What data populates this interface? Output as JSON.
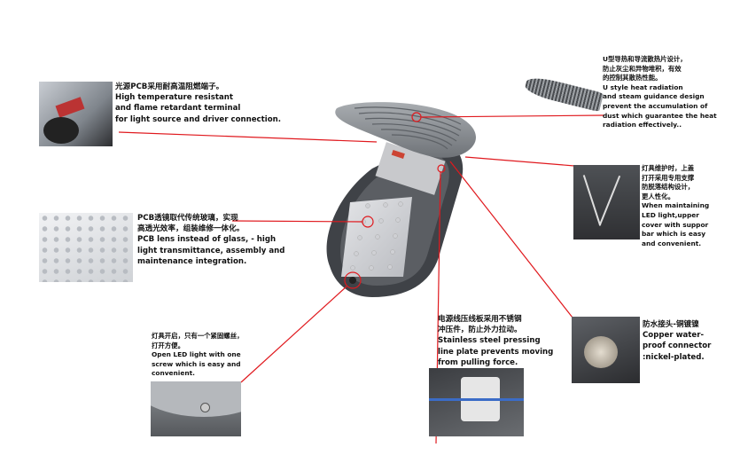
{
  "colors": {
    "leader_line": "#e0191e",
    "lamp_body": "#4a4d52",
    "lamp_lid": "#8e9398",
    "text": "#111111"
  },
  "callouts": [
    {
      "id": "terminal",
      "zh": "光源PCB采用耐高温阻燃端子。",
      "en": "High temperature resistant\nand flame retardant terminal\nfor light source and driver connection."
    },
    {
      "id": "pcb-lens",
      "zh": "PCB透镜取代传统玻璃，实现\n高透光效率，组装维修一体化。",
      "en": "PCB lens instead of glass, - high\nlight transmittance, assembly and\nmaintenance integration."
    },
    {
      "id": "one-screw",
      "zh": "灯具开启，只有一个紧固螺丝，\n打开方便。",
      "en": "Open LED light with one\nscrew which is easy and\nconvenient."
    },
    {
      "id": "pressing-plate",
      "zh": "电源线压线板采用不锈钢\n冲压件，防止外力拉动。",
      "en": "Stainless steel pressing\nline plate prevents moving\nfrom pulling force."
    },
    {
      "id": "connector",
      "zh": "防水接头-铜镀镍",
      "en": "Copper water-\nproof connector\n:nickel-plated."
    },
    {
      "id": "support-bar",
      "zh": "灯具维护时，上盖\n打开采用专用支撑\n防脱落结构设计，\n更人性化。",
      "en": "When maintaining\nLED light,upper\ncover with suppor\n bar which is easy\n and convenient."
    },
    {
      "id": "heatsink",
      "zh": "U型导热和导流散热片设计，\n防止灰尘和异物堆积，有效\n的控制其散热性能。",
      "en": "U style heat radiation\nand steam guidance design\nprevent the accumulation of\ndust which guarantee the heat\nradiation effectively.."
    }
  ]
}
